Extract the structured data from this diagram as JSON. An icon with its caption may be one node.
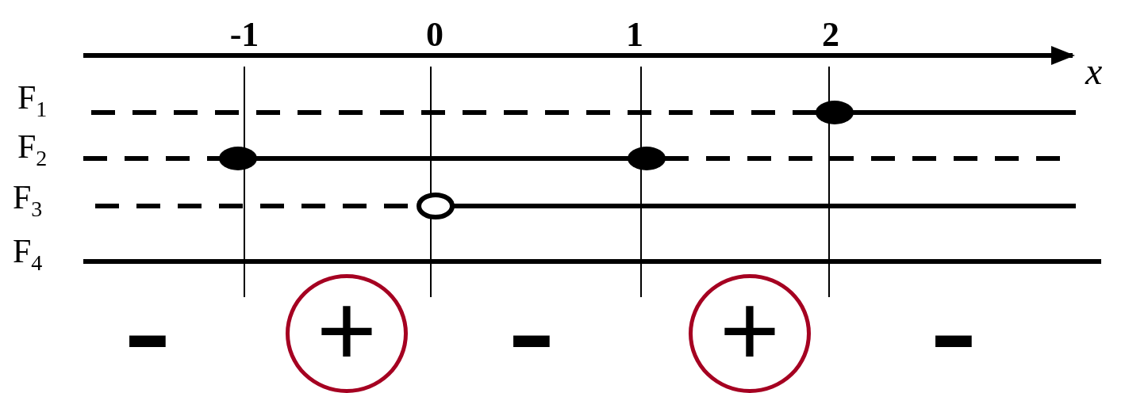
{
  "diagram": {
    "nodes": [
      {
        "text": [
          "+"
        ]
      },
      {
        "text": [
          "+"
        ]
      }
    ],
    "labels": [
      "-1",
      "0",
      "1",
      "2",
      "x",
      "F$_{1}$",
      "F$_{2}$",
      "F$_{3}$",
      "F$_{4}$",
      "-",
      "-",
      "-"
    ]
  }
}
